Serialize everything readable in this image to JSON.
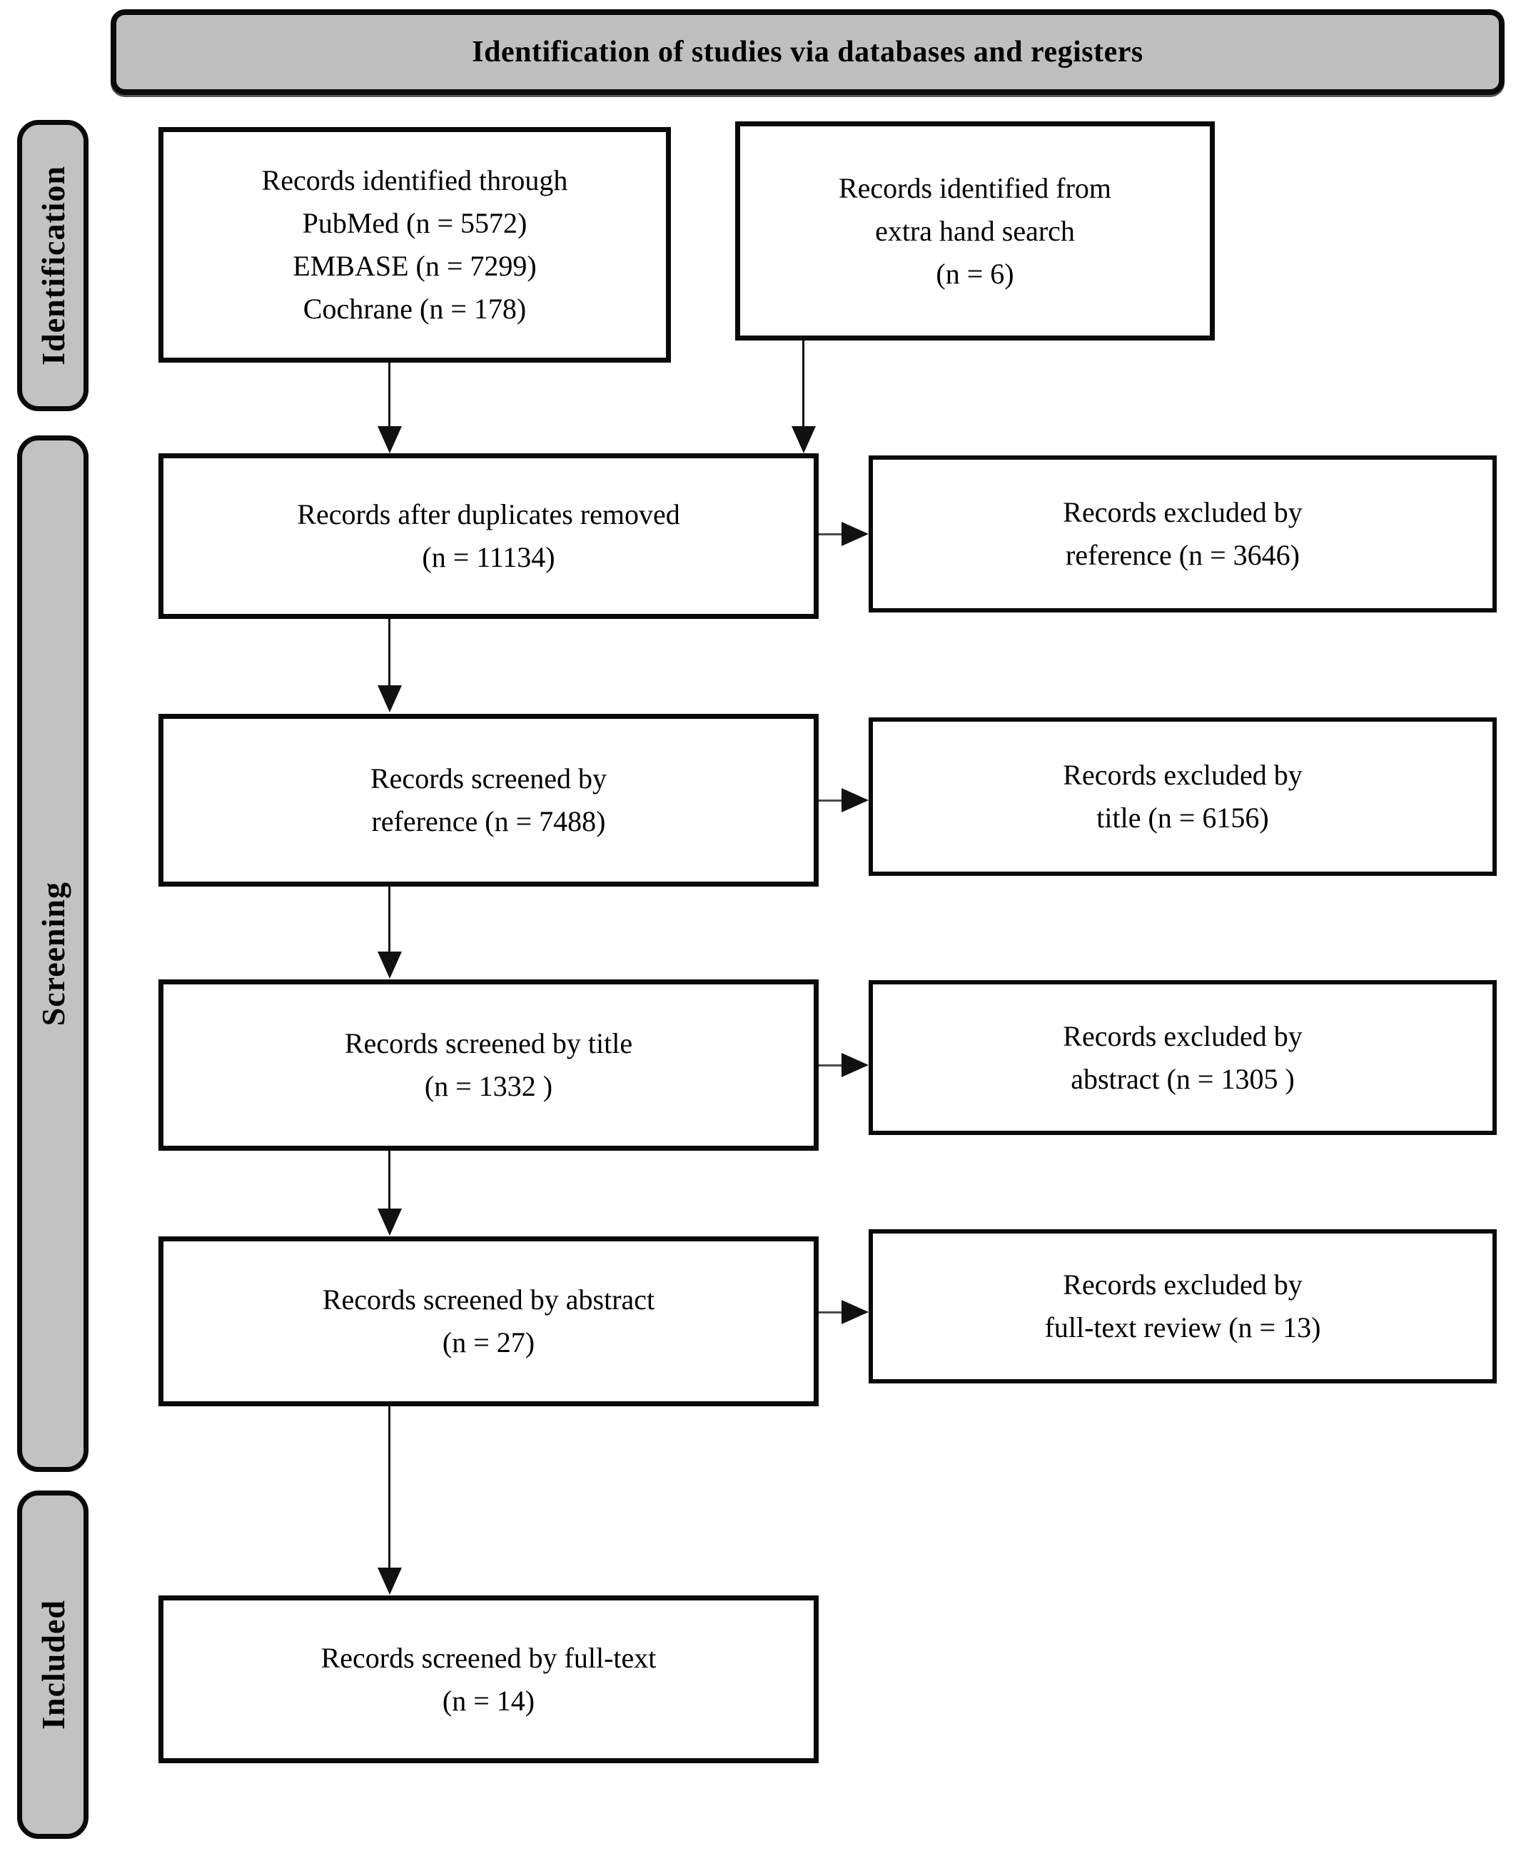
{
  "title": "Identification of studies via databases and registers",
  "sidebar": {
    "identification": "Identification",
    "screening": "Screening",
    "included": "Included"
  },
  "boxes": {
    "identified_databases": {
      "line1": "Records identified through",
      "line2": "PubMed (n = 5572)",
      "line3": "EMBASE (n = 7299)",
      "line4": "Cochrane (n = 178)"
    },
    "identified_hand_search": {
      "line1": "Records identified from",
      "line2": "extra hand search",
      "line3": "(n = 6)"
    },
    "duplicates_removed": {
      "line1": "Records after duplicates removed",
      "line2": "(n = 11134)"
    },
    "screened_reference": {
      "line1": "Records screened by",
      "line2": "reference (n = 7488)"
    },
    "screened_title": {
      "line1": "Records screened by title",
      "line2": "(n = 1332 )"
    },
    "screened_abstract": {
      "line1": "Records screened by abstract",
      "line2": "(n = 27)"
    },
    "screened_fulltext": {
      "line1": "Records screened by full-text",
      "line2": "(n = 14)"
    },
    "excluded_reference": {
      "line1": "Records excluded by",
      "line2": "reference (n = 3646)"
    },
    "excluded_title": {
      "line1": "Records excluded by",
      "line2": "title (n = 6156)"
    },
    "excluded_abstract": {
      "line1": "Records excluded by",
      "line2": "abstract (n = 1305 )"
    },
    "excluded_fulltext": {
      "line1": "Records excluded by",
      "line2": "full-text review (n = 13)"
    }
  },
  "colors": {
    "band_fill": "#c2c2c2",
    "title_fill": "#bfbfbf",
    "box_fill": "#ffffff",
    "border": "#0a0a0a"
  }
}
